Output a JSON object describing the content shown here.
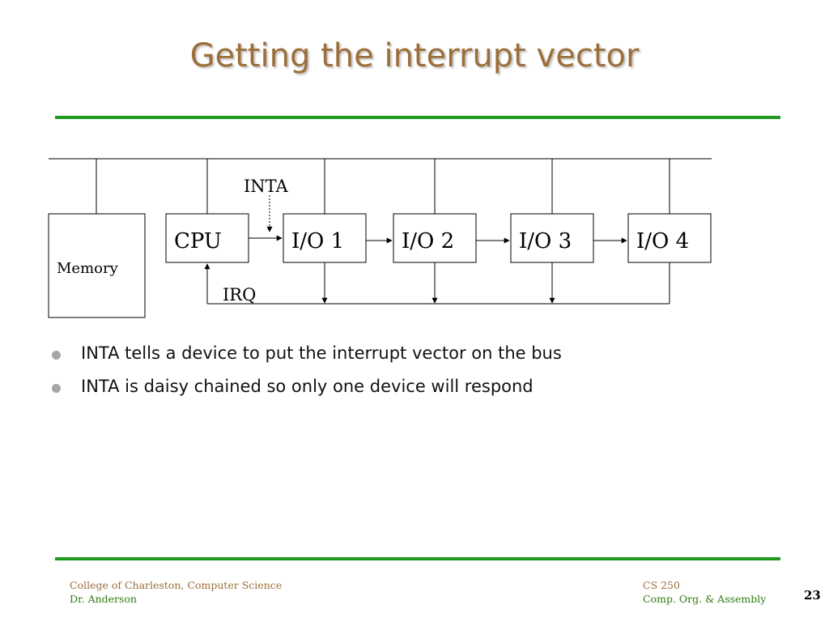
{
  "slide": {
    "title": "Getting the interrupt vector",
    "page_number": "23"
  },
  "diagram": {
    "memory_label": "Memory",
    "cpu_label": "CPU",
    "io_labels": [
      "I/O 1",
      "I/O 2",
      "I/O 3",
      "I/O 4"
    ],
    "inta_label": "INTA",
    "irq_label": "IRQ"
  },
  "bullets": [
    "INTA tells a device to put the interrupt vector on the bus",
    "INTA is daisy chained so only one device will respond"
  ],
  "footer": {
    "left_line1": "College of Charleston, Computer Science",
    "left_line2": "Dr. Anderson",
    "right_line1": "CS 250",
    "right_line2": "Comp. Org. & Assembly"
  },
  "colors": {
    "title": "#9c6f3a",
    "rule": "#1f9a1f",
    "footer_brown": "#9c6f3a",
    "footer_green": "#2e7d10"
  }
}
